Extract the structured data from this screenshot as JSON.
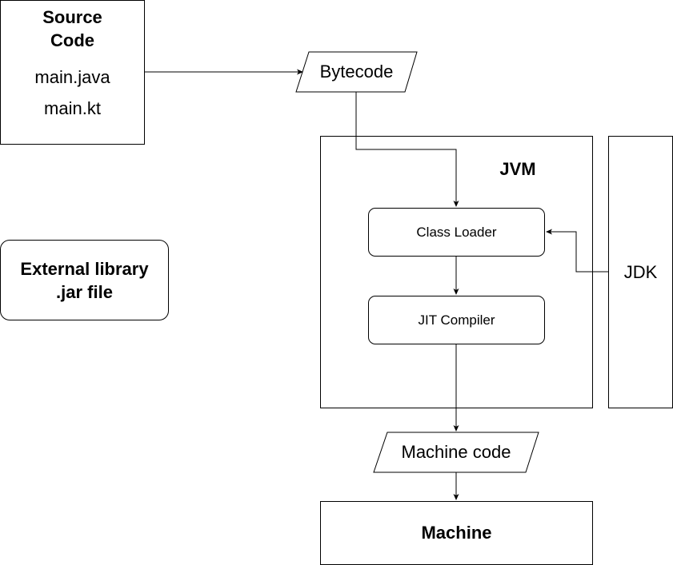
{
  "source": {
    "title_line1": "Source",
    "title_line2": "Code",
    "file1": "main.java",
    "file2": "main.kt"
  },
  "bytecode": {
    "label": "Bytecode"
  },
  "external": {
    "line1": "External library",
    "line2": ".jar file"
  },
  "jvm": {
    "title": "JVM",
    "class_loader": "Class Loader",
    "jit_compiler": "JIT Compiler"
  },
  "jdk": {
    "label": "JDK"
  },
  "machine_code": {
    "label": "Machine code"
  },
  "machine": {
    "label": "Machine"
  }
}
